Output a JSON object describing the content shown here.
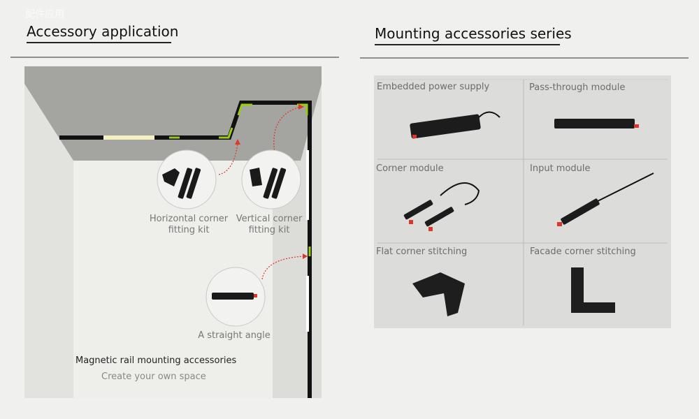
{
  "left": {
    "ghost_title": "配件应用",
    "title": "Accessory application",
    "callouts": [
      {
        "line1": "Horizontal corner",
        "line2": "fitting kit"
      },
      {
        "line1": "Vertical corner",
        "line2": "fitting kit"
      },
      {
        "line1": "A straight angle"
      }
    ],
    "tagline": "Magnetic rail mounting accessories",
    "subtagline": "Create your own space"
  },
  "right": {
    "title": "Mounting accessories series",
    "cells": [
      {
        "label": "Embedded power supply"
      },
      {
        "label": "Pass-through module"
      },
      {
        "label": "Corner module"
      },
      {
        "label": "Input module"
      },
      {
        "label": "Flat corner stitching"
      },
      {
        "label": "Facade corner stitching"
      }
    ]
  },
  "colors": {
    "accent_green": "#9acd12",
    "arrow_red": "#e0352b",
    "ceiling": "#a4a5a0"
  }
}
